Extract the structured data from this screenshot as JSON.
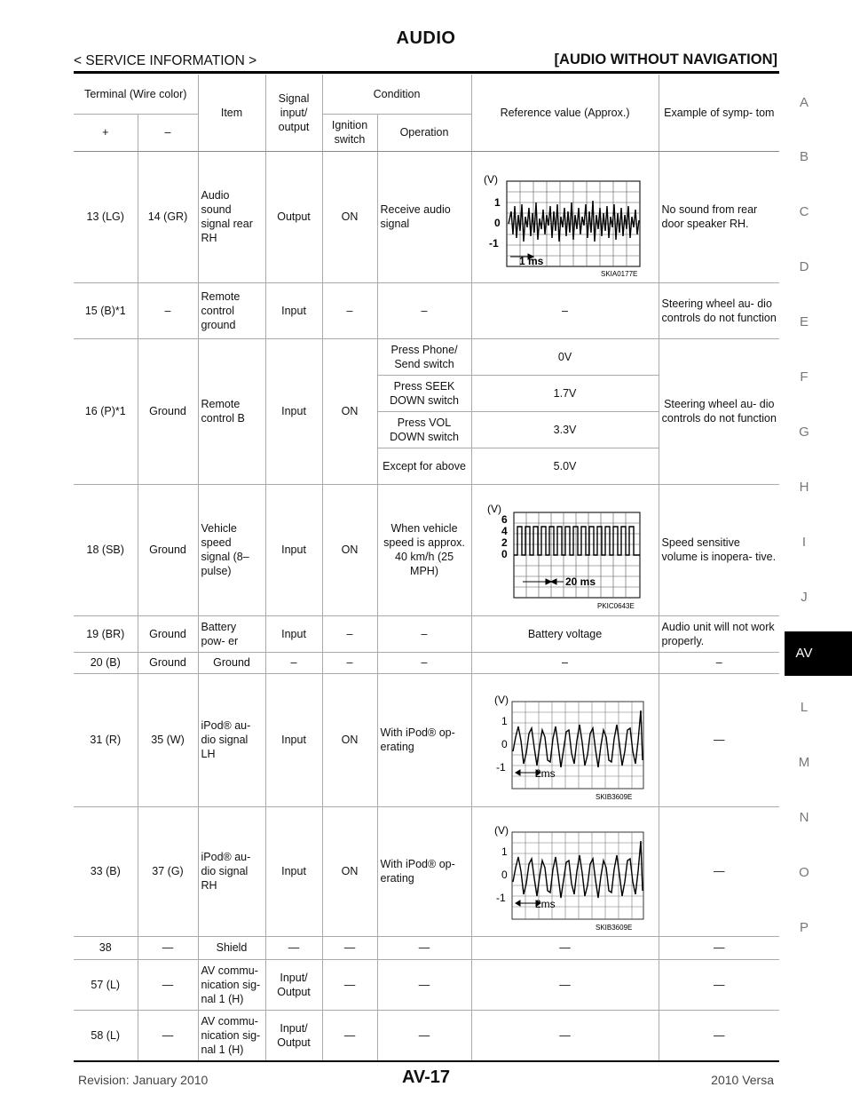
{
  "header": {
    "title": "AUDIO",
    "left": "< SERVICE INFORMATION >",
    "right": "[AUDIO WITHOUT NAVIGATION]"
  },
  "footer": {
    "revision": "Revision: January 2010",
    "page": "AV-17",
    "model": "2010 Versa"
  },
  "side_index": {
    "letters": [
      "A",
      "B",
      "C",
      "D",
      "E",
      "F",
      "G",
      "H",
      "I",
      "J",
      "AV",
      "L",
      "M",
      "N",
      "O",
      "P"
    ],
    "active": "AV"
  },
  "table": {
    "headers": {
      "terminal": "Terminal (Wire color)",
      "plus": "+",
      "minus": "–",
      "item": "Item",
      "signal": "Signal input/ output",
      "condition": "Condition",
      "ignition": "Ignition switch",
      "operation": "Operation",
      "reference": "Reference value (Approx.)",
      "symptom": "Example of symp- tom"
    },
    "rows": {
      "r13": {
        "plus": "13 (LG)",
        "minus": "14 (GR)",
        "item": "Audio sound signal rear RH",
        "signal": "Output",
        "ignition": "ON",
        "operation": "Receive audio signal",
        "symptom": "No sound from rear door speaker RH.",
        "wave": {
          "unit": "(V)",
          "y1": "1",
          "y0": "0",
          "ym1": "-1",
          "timebase": "1 ms",
          "code": "SKIA0177E"
        }
      },
      "r15": {
        "plus": "15 (B)*1",
        "minus": "–",
        "item": "Remote control ground",
        "signal": "Input",
        "ignition": "–",
        "operation": "–",
        "reference": "–",
        "symptom": "Steering wheel au- dio controls do not function"
      },
      "r16": {
        "plus": "16 (P)*1",
        "minus": "Ground",
        "item": "Remote control B",
        "signal": "Input",
        "ignition": "ON",
        "sub": [
          {
            "operation": "Press Phone/ Send switch",
            "reference": "0V"
          },
          {
            "operation": "Press SEEK DOWN switch",
            "reference": "1.7V"
          },
          {
            "operation": "Press VOL DOWN switch",
            "reference": "3.3V"
          },
          {
            "operation": "Except for above",
            "reference": "5.0V"
          }
        ],
        "symptom": "Steering wheel au- dio controls do not function"
      },
      "r18": {
        "plus": "18 (SB)",
        "minus": "Ground",
        "item": "Vehicle speed signal (8–pulse)",
        "signal": "Input",
        "ignition": "ON",
        "operation": "When vehicle speed is approx. 40 km/h (25 MPH)",
        "symptom": "Speed sensitive volume is inopera- tive.",
        "wave": {
          "unit": "(V)",
          "y6": "6",
          "y4": "4",
          "y2": "2",
          "y0": "0",
          "timebase": "20 ms",
          "code": "PKIC0643E"
        }
      },
      "r19": {
        "plus": "19 (BR)",
        "minus": "Ground",
        "item": "Battery pow- er",
        "signal": "Input",
        "ignition": "–",
        "operation": "–",
        "reference": "Battery voltage",
        "symptom": "Audio unit will not work properly."
      },
      "r20": {
        "plus": "20 (B)",
        "minus": "Ground",
        "item": "Ground",
        "signal": "–",
        "ignition": "–",
        "operation": "–",
        "reference": "–",
        "symptom": "–"
      },
      "r31": {
        "plus": "31 (R)",
        "minus": "35 (W)",
        "item": "iPod® au- dio signal LH",
        "signal": "Input",
        "ignition": "ON",
        "operation": "With iPod® op- erating",
        "symptom": "—",
        "wave": {
          "unit": "(V)",
          "y1": "1",
          "y0": "0",
          "ym1": "-1",
          "timebase": "2ms",
          "code": "SKIB3609E"
        }
      },
      "r33": {
        "plus": "33 (B)",
        "minus": "37 (G)",
        "item": "iPod® au- dio signal RH",
        "signal": "Input",
        "ignition": "ON",
        "operation": "With iPod® op- erating",
        "symptom": "—",
        "wave": {
          "unit": "(V)",
          "y1": "1",
          "y0": "0",
          "ym1": "-1",
          "timebase": "2ms",
          "code": "SKIB3609E"
        }
      },
      "r38": {
        "plus": "38",
        "minus": "—",
        "item": "Shield",
        "signal": "—",
        "ignition": "—",
        "operation": "—",
        "reference": "—",
        "symptom": "—"
      },
      "r57": {
        "plus": "57 (L)",
        "minus": "—",
        "item": "AV commu- nication sig- nal 1 (H)",
        "signal": "Input/ Output",
        "ignition": "—",
        "operation": "—",
        "reference": "—",
        "symptom": "—"
      },
      "r58": {
        "plus": "58 (L)",
        "minus": "—",
        "item": "AV commu- nication sig- nal 1 (H)",
        "signal": "Input/ Output",
        "ignition": "—",
        "operation": "—",
        "reference": "—",
        "symptom": "—"
      }
    }
  }
}
